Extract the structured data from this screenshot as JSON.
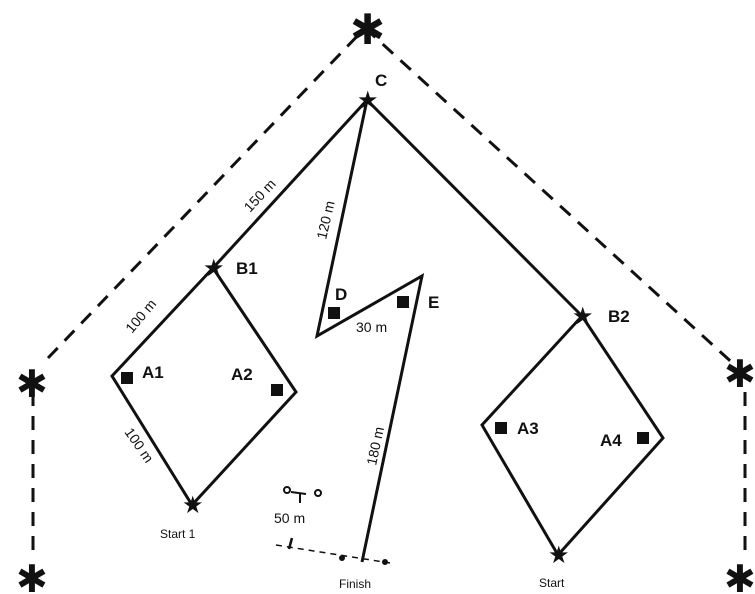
{
  "points": {
    "C": "C",
    "B1": "B1",
    "B2": "B2",
    "D": "D",
    "E": "E",
    "A1": "A1",
    "A2": "A2",
    "A3": "A3",
    "A4": "A4"
  },
  "distances": {
    "c_b1": "150 m",
    "c_d": "120 m",
    "d_e": "30 m",
    "e_finish": "180 m",
    "b1_a1": "100 m",
    "a1_start1": "100 m",
    "scale": "50 m"
  },
  "starts": {
    "start1": "Start 1",
    "start": "Start",
    "finish": "Finish"
  }
}
